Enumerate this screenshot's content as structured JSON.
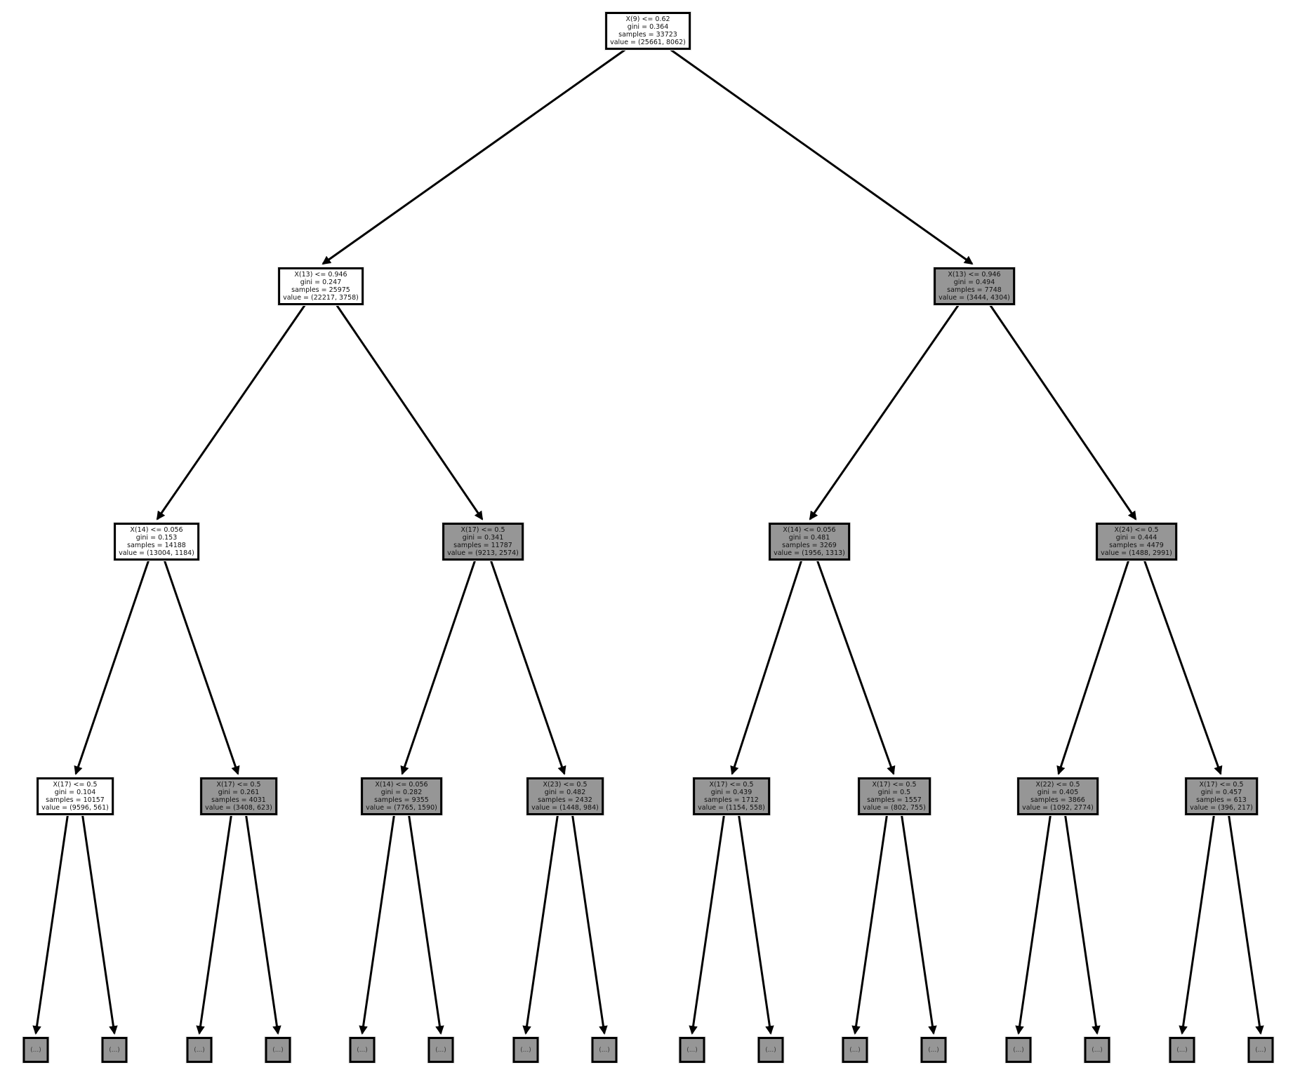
{
  "figure": {
    "kind": "decision-tree-plot",
    "leaf_label": "(...)"
  },
  "colors": {
    "node_fill_white": "#ffffff",
    "node_fill_gray": "#969696",
    "node_border": "#000000",
    "edge": "#000000",
    "background": "#ffffff"
  },
  "tree": {
    "leaf_label": "(...)",
    "nodes": [
      {
        "id": "root",
        "condition": "X(9) <= 0.62",
        "gini": "gini = 0.364",
        "samples": "samples = 33723",
        "value": "value = (25661, 8062)",
        "fill": "#ffffff"
      },
      {
        "id": "l2-a",
        "condition": "X(13) <= 0.946",
        "gini": "gini = 0.247",
        "samples": "samples = 25975",
        "value": "value = (22217, 3758)",
        "fill": "#ffffff"
      },
      {
        "id": "l2-b",
        "condition": "X(13) <= 0.946",
        "gini": "gini = 0.494",
        "samples": "samples = 7748",
        "value": "value = (3444, 4304)",
        "fill": "#969696"
      },
      {
        "id": "l3-a",
        "condition": "X(14) <= 0.056",
        "gini": "gini = 0.153",
        "samples": "samples = 14188",
        "value": "value = (13004, 1184)",
        "fill": "#ffffff"
      },
      {
        "id": "l3-b",
        "condition": "X(17) <= 0.5",
        "gini": "gini = 0.341",
        "samples": "samples = 11787",
        "value": "value = (9213, 2574)",
        "fill": "#969696"
      },
      {
        "id": "l3-c",
        "condition": "X(14) <= 0.056",
        "gini": "gini = 0.481",
        "samples": "samples = 3269",
        "value": "value = (1956, 1313)",
        "fill": "#969696"
      },
      {
        "id": "l3-d",
        "condition": "X(24) <= 0.5",
        "gini": "gini = 0.444",
        "samples": "samples = 4479",
        "value": "value = (1488, 2991)",
        "fill": "#969696"
      },
      {
        "id": "l4-a",
        "condition": "X(17) <= 0.5",
        "gini": "gini = 0.104",
        "samples": "samples = 10157",
        "value": "value = (9596, 561)",
        "fill": "#ffffff"
      },
      {
        "id": "l4-b",
        "condition": "X(17) <= 0.5",
        "gini": "gini = 0.261",
        "samples": "samples = 4031",
        "value": "value = (3408, 623)",
        "fill": "#969696"
      },
      {
        "id": "l4-c",
        "condition": "X(14) <= 0.056",
        "gini": "gini = 0.282",
        "samples": "samples = 9355",
        "value": "value = (7765, 1590)",
        "fill": "#969696"
      },
      {
        "id": "l4-d",
        "condition": "X(23) <= 0.5",
        "gini": "gini = 0.482",
        "samples": "samples = 2432",
        "value": "value = (1448, 984)",
        "fill": "#969696"
      },
      {
        "id": "l4-e",
        "condition": "X(17) <= 0.5",
        "gini": "gini = 0.439",
        "samples": "samples = 1712",
        "value": "value = (1154, 558)",
        "fill": "#969696"
      },
      {
        "id": "l4-f",
        "condition": "X(17) <= 0.5",
        "gini": "gini = 0.5",
        "samples": "samples = 1557",
        "value": "value = (802, 755)",
        "fill": "#969696"
      },
      {
        "id": "l4-g",
        "condition": "X(22) <= 0.5",
        "gini": "gini = 0.405",
        "samples": "samples = 3866",
        "value": "value = (1092, 2774)",
        "fill": "#969696"
      },
      {
        "id": "l4-h",
        "condition": "X(17) <= 0.5",
        "gini": "gini = 0.457",
        "samples": "samples = 613",
        "value": "value = (396, 217)",
        "fill": "#969696"
      }
    ]
  }
}
